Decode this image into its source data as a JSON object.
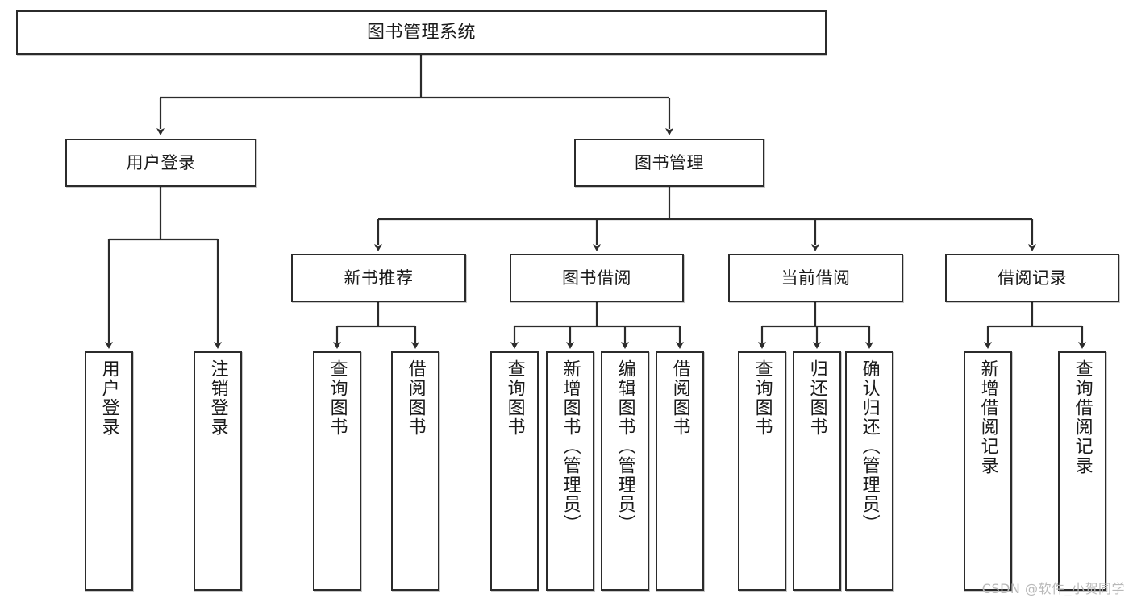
{
  "diagram": {
    "title": "图书管理系统",
    "type": "tree-hierarchy",
    "watermark": "CSDN @软件_小贺同学",
    "colors": {
      "stroke": "#2b2b2b",
      "fill": "#ffffff",
      "text": "#1a1a1a",
      "watermark": "#b9b9b9"
    },
    "levels": {
      "root": {
        "label": "图书管理系统"
      },
      "level2": [
        {
          "id": "user-login",
          "label": "用户登录"
        },
        {
          "id": "book-manage",
          "label": "图书管理"
        }
      ],
      "level3": [
        {
          "id": "new-book-recommend",
          "label": "新书推荐",
          "parent": "book-manage"
        },
        {
          "id": "book-borrow",
          "label": "图书借阅",
          "parent": "book-manage"
        },
        {
          "id": "current-borrow",
          "label": "当前借阅",
          "parent": "book-manage"
        },
        {
          "id": "borrow-record",
          "label": "借阅记录",
          "parent": "book-manage"
        }
      ],
      "leaves": [
        {
          "id": "leaf-1",
          "label": "用户登录",
          "parent": "user-login"
        },
        {
          "id": "leaf-2",
          "label": "注销登录",
          "parent": "user-login"
        },
        {
          "id": "leaf-3",
          "label": "查询图书",
          "parent": "new-book-recommend"
        },
        {
          "id": "leaf-4",
          "label": "借阅图书",
          "parent": "new-book-recommend"
        },
        {
          "id": "leaf-5",
          "label": "查询图书",
          "parent": "book-borrow"
        },
        {
          "id": "leaf-6",
          "label": "新增图书（管理员）",
          "parent": "book-borrow"
        },
        {
          "id": "leaf-7",
          "label": "编辑图书（管理员）",
          "parent": "book-borrow"
        },
        {
          "id": "leaf-8",
          "label": "借阅图书",
          "parent": "book-borrow"
        },
        {
          "id": "leaf-9",
          "label": "查询图书",
          "parent": "current-borrow"
        },
        {
          "id": "leaf-10",
          "label": "归还图书",
          "parent": "current-borrow"
        },
        {
          "id": "leaf-11",
          "label": "确认归还（管理员）",
          "parent": "current-borrow"
        },
        {
          "id": "leaf-12",
          "label": "新增借阅记录",
          "parent": "borrow-record"
        },
        {
          "id": "leaf-13",
          "label": "查询借阅记录",
          "parent": "borrow-record"
        }
      ]
    }
  }
}
